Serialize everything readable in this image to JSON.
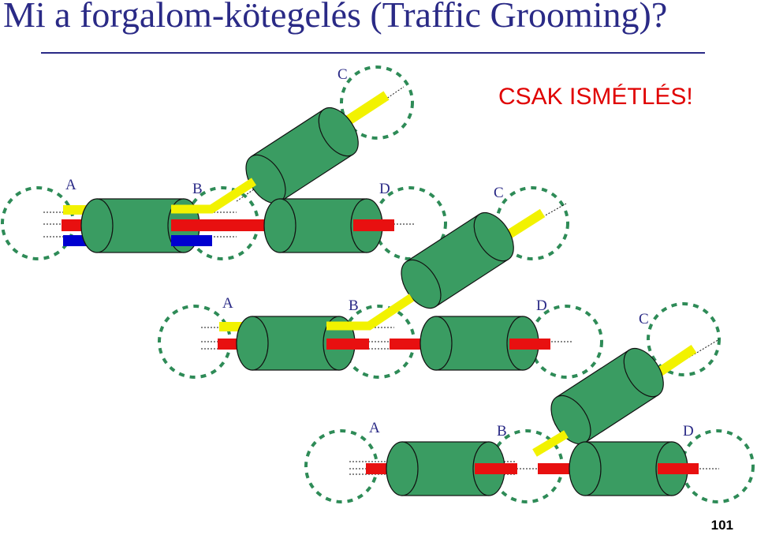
{
  "title": "Mi a forgalom-kötegelés (Traffic Grooming)?",
  "alert": "CSAK ISMÉTLÉS!",
  "page_number": "101",
  "colors": {
    "title": "#2a2a86",
    "alert": "#e00000",
    "cylinder_fill": "#3a9c62",
    "ring": "#2e8b57",
    "yellow_traffic": "#f2f200",
    "red_traffic": "#e81010",
    "blue_traffic": "#0000d0"
  },
  "nodes": {
    "c_top": "C",
    "row1": {
      "a": "A",
      "b": "B",
      "d": "D",
      "c": "C"
    },
    "row2": {
      "a": "A",
      "b": "B",
      "d": "D",
      "c": "C"
    },
    "row3": {
      "a": "A",
      "b": "B",
      "d": "D"
    }
  }
}
